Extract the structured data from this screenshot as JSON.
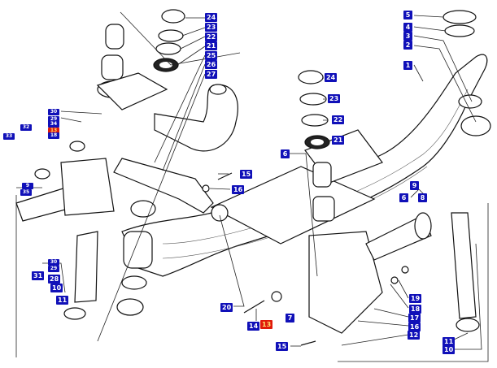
{
  "diagram": {
    "title": "Front axle assembly exploded view",
    "highlight_color": "#e01a0a",
    "callout_color": "#1010b8",
    "callouts": [
      {
        "id": "c24a",
        "label": "24"
      },
      {
        "id": "c23a",
        "label": "23"
      },
      {
        "id": "c22a",
        "label": "22"
      },
      {
        "id": "c21a",
        "label": "21"
      },
      {
        "id": "c25",
        "label": "25"
      },
      {
        "id": "c26",
        "label": "26"
      },
      {
        "id": "c27",
        "label": "27"
      },
      {
        "id": "c5",
        "label": "5"
      },
      {
        "id": "c4",
        "label": "4"
      },
      {
        "id": "c3",
        "label": "3"
      },
      {
        "id": "c2",
        "label": "2"
      },
      {
        "id": "c1",
        "label": "1"
      },
      {
        "id": "c24b",
        "label": "24"
      },
      {
        "id": "c23b",
        "label": "23"
      },
      {
        "id": "c22b",
        "label": "22"
      },
      {
        "id": "c21b",
        "label": "21"
      },
      {
        "id": "c6a",
        "label": "6"
      },
      {
        "id": "c15a",
        "label": "15"
      },
      {
        "id": "c16a",
        "label": "16"
      },
      {
        "id": "c9",
        "label": "9"
      },
      {
        "id": "c6b",
        "label": "6"
      },
      {
        "id": "c8",
        "label": "8"
      },
      {
        "id": "c30a",
        "label": "30"
      },
      {
        "id": "c29a",
        "label": "29"
      },
      {
        "id": "c32",
        "label": "32"
      },
      {
        "id": "c34",
        "label": "34"
      },
      {
        "id": "c13a",
        "label": "13"
      },
      {
        "id": "c18a",
        "label": "18"
      },
      {
        "id": "c33",
        "label": "33"
      },
      {
        "id": "c9b",
        "label": "9"
      },
      {
        "id": "c35",
        "label": "35"
      },
      {
        "id": "c30b",
        "label": "30"
      },
      {
        "id": "c29b",
        "label": "29"
      },
      {
        "id": "c31",
        "label": "31"
      },
      {
        "id": "c28",
        "label": "28"
      },
      {
        "id": "c10a",
        "label": "10"
      },
      {
        "id": "c11a",
        "label": "11"
      },
      {
        "id": "c20",
        "label": "20"
      },
      {
        "id": "c14",
        "label": "14"
      },
      {
        "id": "c13b",
        "label": "13"
      },
      {
        "id": "c7",
        "label": "7"
      },
      {
        "id": "c15b",
        "label": "15"
      },
      {
        "id": "c19",
        "label": "19"
      },
      {
        "id": "c18b",
        "label": "18"
      },
      {
        "id": "c17",
        "label": "17"
      },
      {
        "id": "c16b",
        "label": "16"
      },
      {
        "id": "c12",
        "label": "12"
      },
      {
        "id": "c11b",
        "label": "11"
      },
      {
        "id": "c10b",
        "label": "10"
      }
    ],
    "highlighted": [
      "c13a",
      "c13b"
    ]
  }
}
